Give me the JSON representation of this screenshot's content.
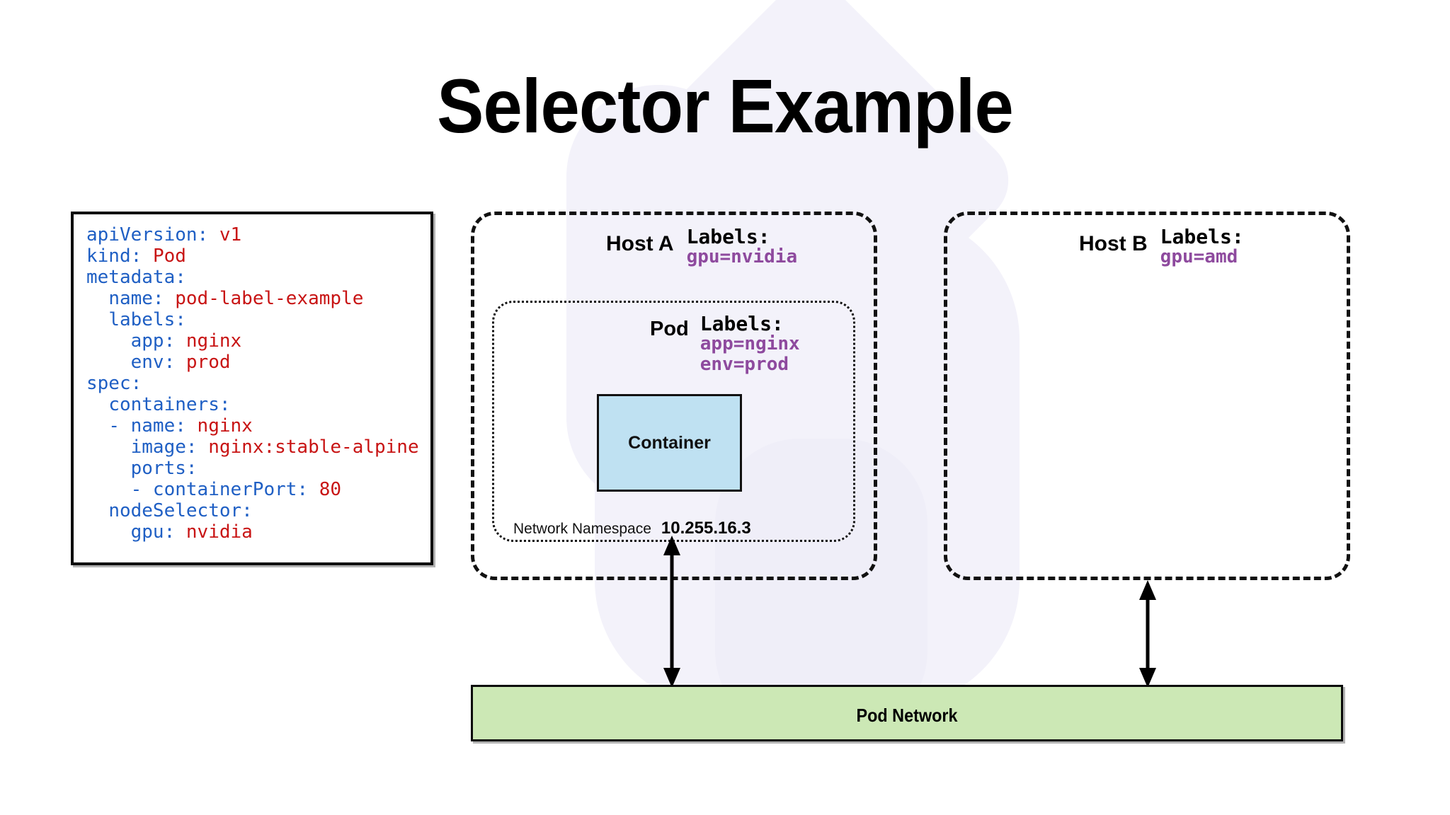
{
  "title": "Selector Example",
  "yaml": {
    "lines": [
      {
        "indent": 0,
        "key": "apiVersion:",
        "value": "v1"
      },
      {
        "indent": 0,
        "key": "kind:",
        "value": "Pod"
      },
      {
        "indent": 0,
        "key": "metadata:",
        "value": ""
      },
      {
        "indent": 1,
        "key": "name:",
        "value": "pod-label-example"
      },
      {
        "indent": 1,
        "key": "labels:",
        "value": ""
      },
      {
        "indent": 2,
        "key": "app:",
        "value": "nginx"
      },
      {
        "indent": 2,
        "key": "env:",
        "value": "prod"
      },
      {
        "indent": 0,
        "key": "spec:",
        "value": ""
      },
      {
        "indent": 1,
        "key": "containers:",
        "value": ""
      },
      {
        "indent": 1,
        "key": "- name:",
        "value": "nginx"
      },
      {
        "indent": 2,
        "key": "image:",
        "value": "nginx:stable-alpine"
      },
      {
        "indent": 2,
        "key": "ports:",
        "value": ""
      },
      {
        "indent": 2,
        "key": "- containerPort:",
        "value": "80"
      },
      {
        "indent": 1,
        "key": "nodeSelector:",
        "value": ""
      },
      {
        "indent": 2,
        "key": "gpu:",
        "value": "nvidia"
      }
    ],
    "key_color": "#1f5fc4",
    "value_color": "#c81414"
  },
  "hosts": [
    {
      "name": "Host A",
      "labels_title": "Labels:",
      "labels": [
        "gpu=nvidia"
      ]
    },
    {
      "name": "Host B",
      "labels_title": "Labels:",
      "labels": [
        "gpu=amd"
      ]
    }
  ],
  "pod": {
    "name": "Pod",
    "labels_title": "Labels:",
    "labels": [
      "app=nginx",
      "env=prod"
    ],
    "container_label": "Container",
    "netns_label": "Network Namespace",
    "netns_ip": "10.255.16.3"
  },
  "pod_network": {
    "label": "Pod Network",
    "fill": "#cce8b5"
  },
  "colors": {
    "label_purple": "#8e4a9e",
    "container_blue": "#bfe1f2",
    "network_green": "#cce8b5",
    "background": "#ffffff",
    "watermark": "#f3f2fa"
  }
}
